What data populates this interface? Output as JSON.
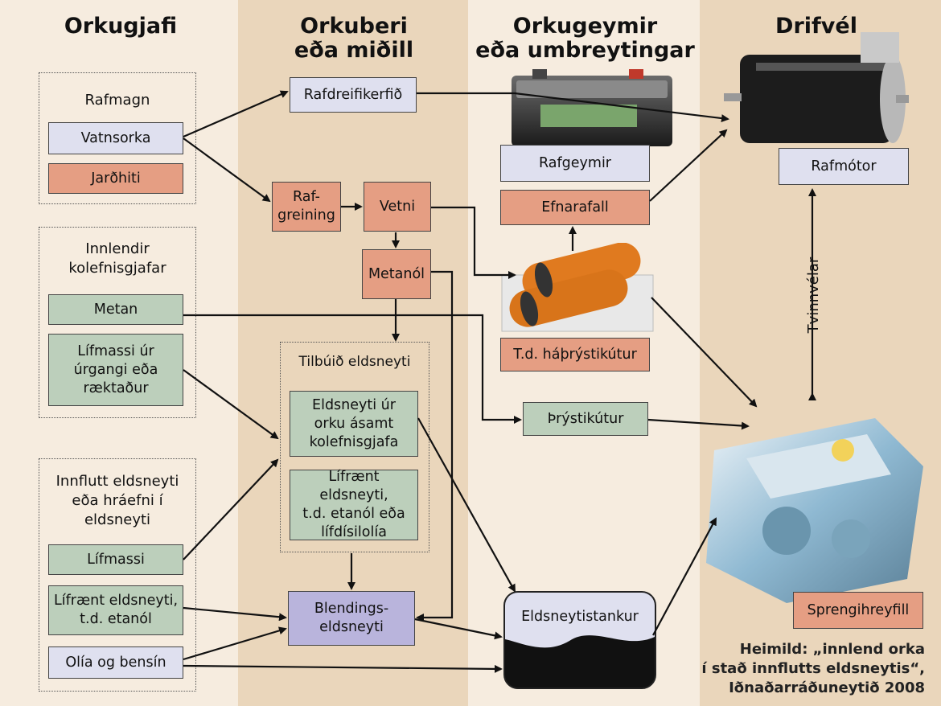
{
  "colors": {
    "col1_bg": "#f6ecdf",
    "col2_bg": "#ead6bb",
    "col3_bg": "#f6ecdf",
    "col4_bg": "#ead6bb",
    "blue_box": "#dfe0ef",
    "salmon_box": "#e59e83",
    "green_box": "#bccfbb",
    "lavender_box": "#b9b4dc"
  },
  "columns": {
    "col1": "Orkugjafi",
    "col2_line1": "Orkuberi",
    "col2_line2": "eða miðill",
    "col3_line1": "Orkugeymir",
    "col3_line2": "eða umbreytingar",
    "col4": "Drifvél"
  },
  "groups": {
    "rafmagn": "Rafmagn",
    "innlendir_line1": "Innlendir",
    "innlendir_line2": "kolefnisgjafar",
    "innflutt_line1": "Innflutt eldsneyti",
    "innflutt_line2": "eða hráefni í",
    "innflutt_line3": "eldsneyti",
    "tilbuid": "Tilbúið eldsneyti"
  },
  "boxes": {
    "vatnsorka": "Vatnsorka",
    "jardhiti": "Jarðhiti",
    "metan": "Metan",
    "lifmassi_urgangi_1": "Lífmassi úr",
    "lifmassi_urgangi_2": "úrgangi eða",
    "lifmassi_urgangi_3": "ræktaður",
    "lifmassi": "Lífmassi",
    "lifraent_etanol_1": "Lífrænt eldsneyti,",
    "lifraent_etanol_2": "t.d. etanól",
    "olia": "Olía og bensín",
    "rafdreifikerfid": "Rafdreifikerfið",
    "rafgreining_1": "Raf-",
    "rafgreining_2": "greining",
    "vetni": "Vetni",
    "metanol": "Metanól",
    "eldsneyti_orku_1": "Eldsneyti úr",
    "eldsneyti_orku_2": "orku ásamt",
    "eldsneyti_orku_3": "kolefnisgjafa",
    "lifraent_disel_1": "Lífrænt eldsneyti,",
    "lifraent_disel_2": "t.d. etanól eða",
    "lifraent_disel_3": "lífdísilolía",
    "blendings_1": "Blendings-",
    "blendings_2": "eldsneyti",
    "rafgeymir": "Rafgeymir",
    "efnarafall": "Efnarafall",
    "haprystikutur": "T.d. háþrýstikútur",
    "prystikutur": "Þrýstikútur",
    "eldsneytistankur": "Eldsneytistankur",
    "rafmotor": "Rafmótor",
    "sprengihreyfill": "Sprengihreyfill"
  },
  "tvinnvelar": "Tvinnvélar",
  "source": {
    "line1": "Heimild: „innlend orka",
    "line2": "í stað innflutts eldsneytis“,",
    "line3": "Iðnaðarráðuneytið 2008"
  }
}
